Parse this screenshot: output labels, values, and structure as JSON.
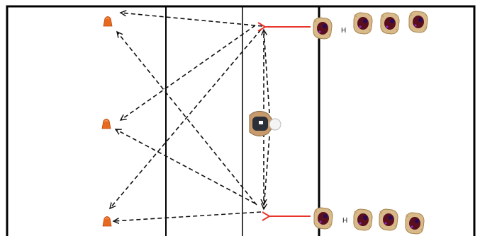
{
  "diagram": {
    "colors": {
      "court_line": "#000000",
      "pass_arrow": "#111111",
      "player_arrow": "#e8352b",
      "cone": "#e86a1f",
      "player_jersey": "#5a0f1e",
      "player_skin": "#d8b98a"
    },
    "cones": [
      {
        "name": "cone-top",
        "icon": "cone-icon"
      },
      {
        "name": "cone-middle",
        "icon": "cone-icon"
      },
      {
        "name": "cone-bottom",
        "icon": "cone-icon"
      }
    ],
    "coach": {
      "icon": "coach-icon"
    },
    "top_line": {
      "label": "H",
      "player_count": 4,
      "icon": "player-icon"
    },
    "bottom_line": {
      "label": "H",
      "player_count": 4,
      "icon": "player-icon"
    }
  }
}
